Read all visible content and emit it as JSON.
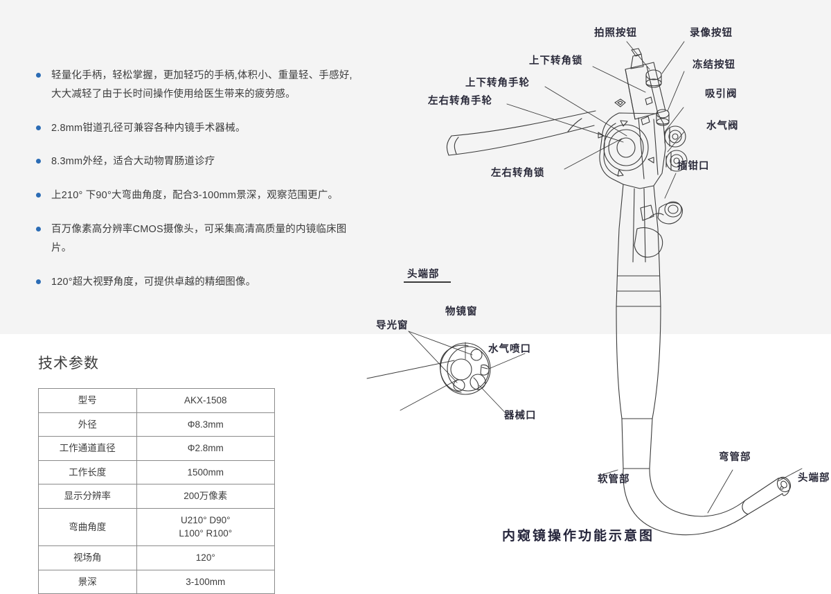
{
  "theme": {
    "band_bg": "#f4f4f4",
    "page_bg": "#ffffff",
    "bullet_color": "#2b6cb5",
    "text_color": "#3c3c3c",
    "label_color": "#2a2a3a",
    "table_border": "#8a8a8a"
  },
  "features": [
    "轻量化手柄，轻松掌握，更加轻巧的手柄,体积小、重量轻、手感好,大大减轻了由于长时间操作使用给医生带来的疲劳感。",
    "2.8mm钳道孔径可兼容各种内镜手术器械。",
    "8.3mm外经，适合大动物胃肠道诊疗",
    "上210° 下90°大弯曲角度，配合3-100mm景深，观察范围更广。",
    "百万像素高分辨率CMOS摄像头，可采集高清高质量的内镜临床图片。",
    "120°超大视野角度，可提供卓越的精细图像。"
  ],
  "spec": {
    "title": "技术参数",
    "rows": [
      {
        "key": "型号",
        "value": "AKX-1508"
      },
      {
        "key": "外径",
        "value": "Φ8.3mm"
      },
      {
        "key": "工作通道直径",
        "value": "Φ2.8mm"
      },
      {
        "key": "工作长度",
        "value": "1500mm"
      },
      {
        "key": "显示分辨率",
        "value": "200万像素"
      },
      {
        "key": "弯曲角度",
        "value": "U210°  D90°\nL100°  R100°"
      },
      {
        "key": "视场角",
        "value": "120°"
      },
      {
        "key": "景深",
        "value": "3-100mm"
      }
    ]
  },
  "diagram": {
    "caption": "内窥镜操作功能示意图",
    "tip_section_title": "头端部",
    "labels": {
      "photo_button": "拍照按钮",
      "record_button": "录像按钮",
      "freeze_button": "冻结按钮",
      "updown_angle_lock": "上下转角锁",
      "updown_angle_knob": "上下转角手轮",
      "leftright_angle_knob": "左右转角手轮",
      "leftright_angle_lock": "左右转角锁",
      "suction_valve": "吸引阀",
      "air_water_valve": "水气阀",
      "biopsy_port": "插钳口",
      "light_guide_window": "导光窗",
      "objective_window": "物镜窗",
      "air_water_nozzle": "水气喷口",
      "instrument_port": "器械口",
      "flexible_tube": "软管部",
      "bending_section": "弯管部",
      "distal_tip": "头端部"
    }
  }
}
